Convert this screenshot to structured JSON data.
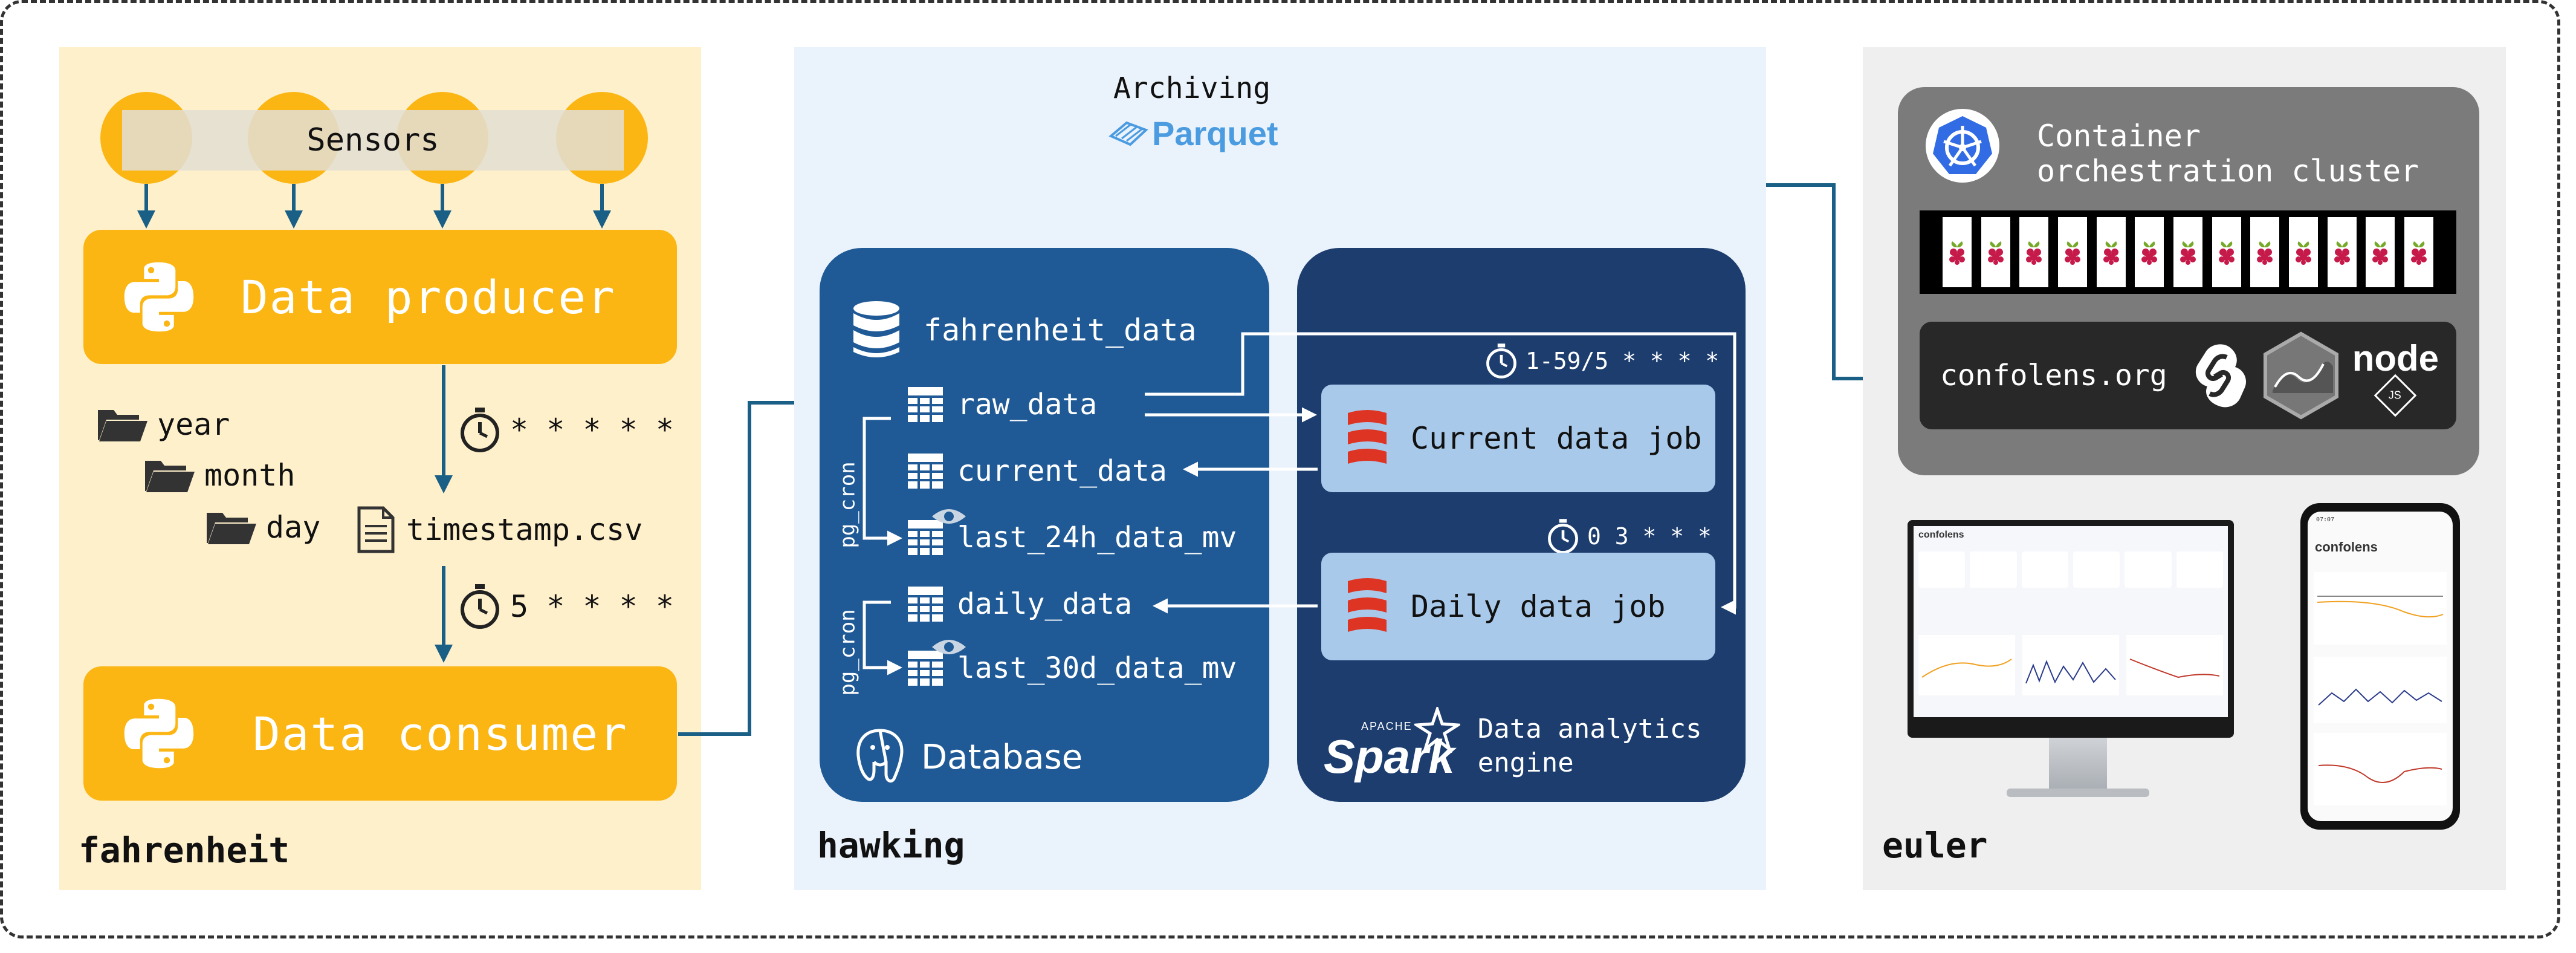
{
  "zones": {
    "fahrenheit": "fahrenheit",
    "hawking": "hawking",
    "euler": "euler"
  },
  "fahrenheit": {
    "sensors": "Sensors",
    "producer": "Data producer",
    "consumer": "Data consumer",
    "folders": [
      "year",
      "month",
      "day"
    ],
    "file": "timestamp.csv",
    "schedule_producer": "* * * * *",
    "schedule_consumer": "5 * * * *"
  },
  "archiving": {
    "label": "Archiving",
    "format": "Parquet"
  },
  "database": {
    "name": "fahrenheit_data",
    "tables": [
      "raw_data",
      "current_data",
      "last_24h_data_mv",
      "daily_data",
      "last_30d_data_mv"
    ],
    "cron_label": "pg_cron",
    "footer": "Database"
  },
  "spark": {
    "schedule_current": "1-59/5 * * * *",
    "current_job": "Current data job",
    "schedule_daily": "0 3 * * *",
    "daily_job": "Daily data job",
    "logo_top": "APACHE",
    "logo": "Spark",
    "footer": "Data analytics engine"
  },
  "euler": {
    "cluster_title": "Container orchestration cluster",
    "site": "confolens.org",
    "node_logo": "node",
    "node_sub": "JS",
    "rpi_count": 13,
    "desktop_brand": "confolens",
    "mobile_brand": "confolens",
    "mobile_time": "07:07"
  },
  "colors": {
    "yellow": "#fbb613",
    "db_blue": "#1f5a96",
    "spark_navy": "#1c3d6e",
    "job_blue": "#a9c9ea",
    "arrow": "#1a5f85",
    "cluster_grey": "#7b7b7b"
  }
}
